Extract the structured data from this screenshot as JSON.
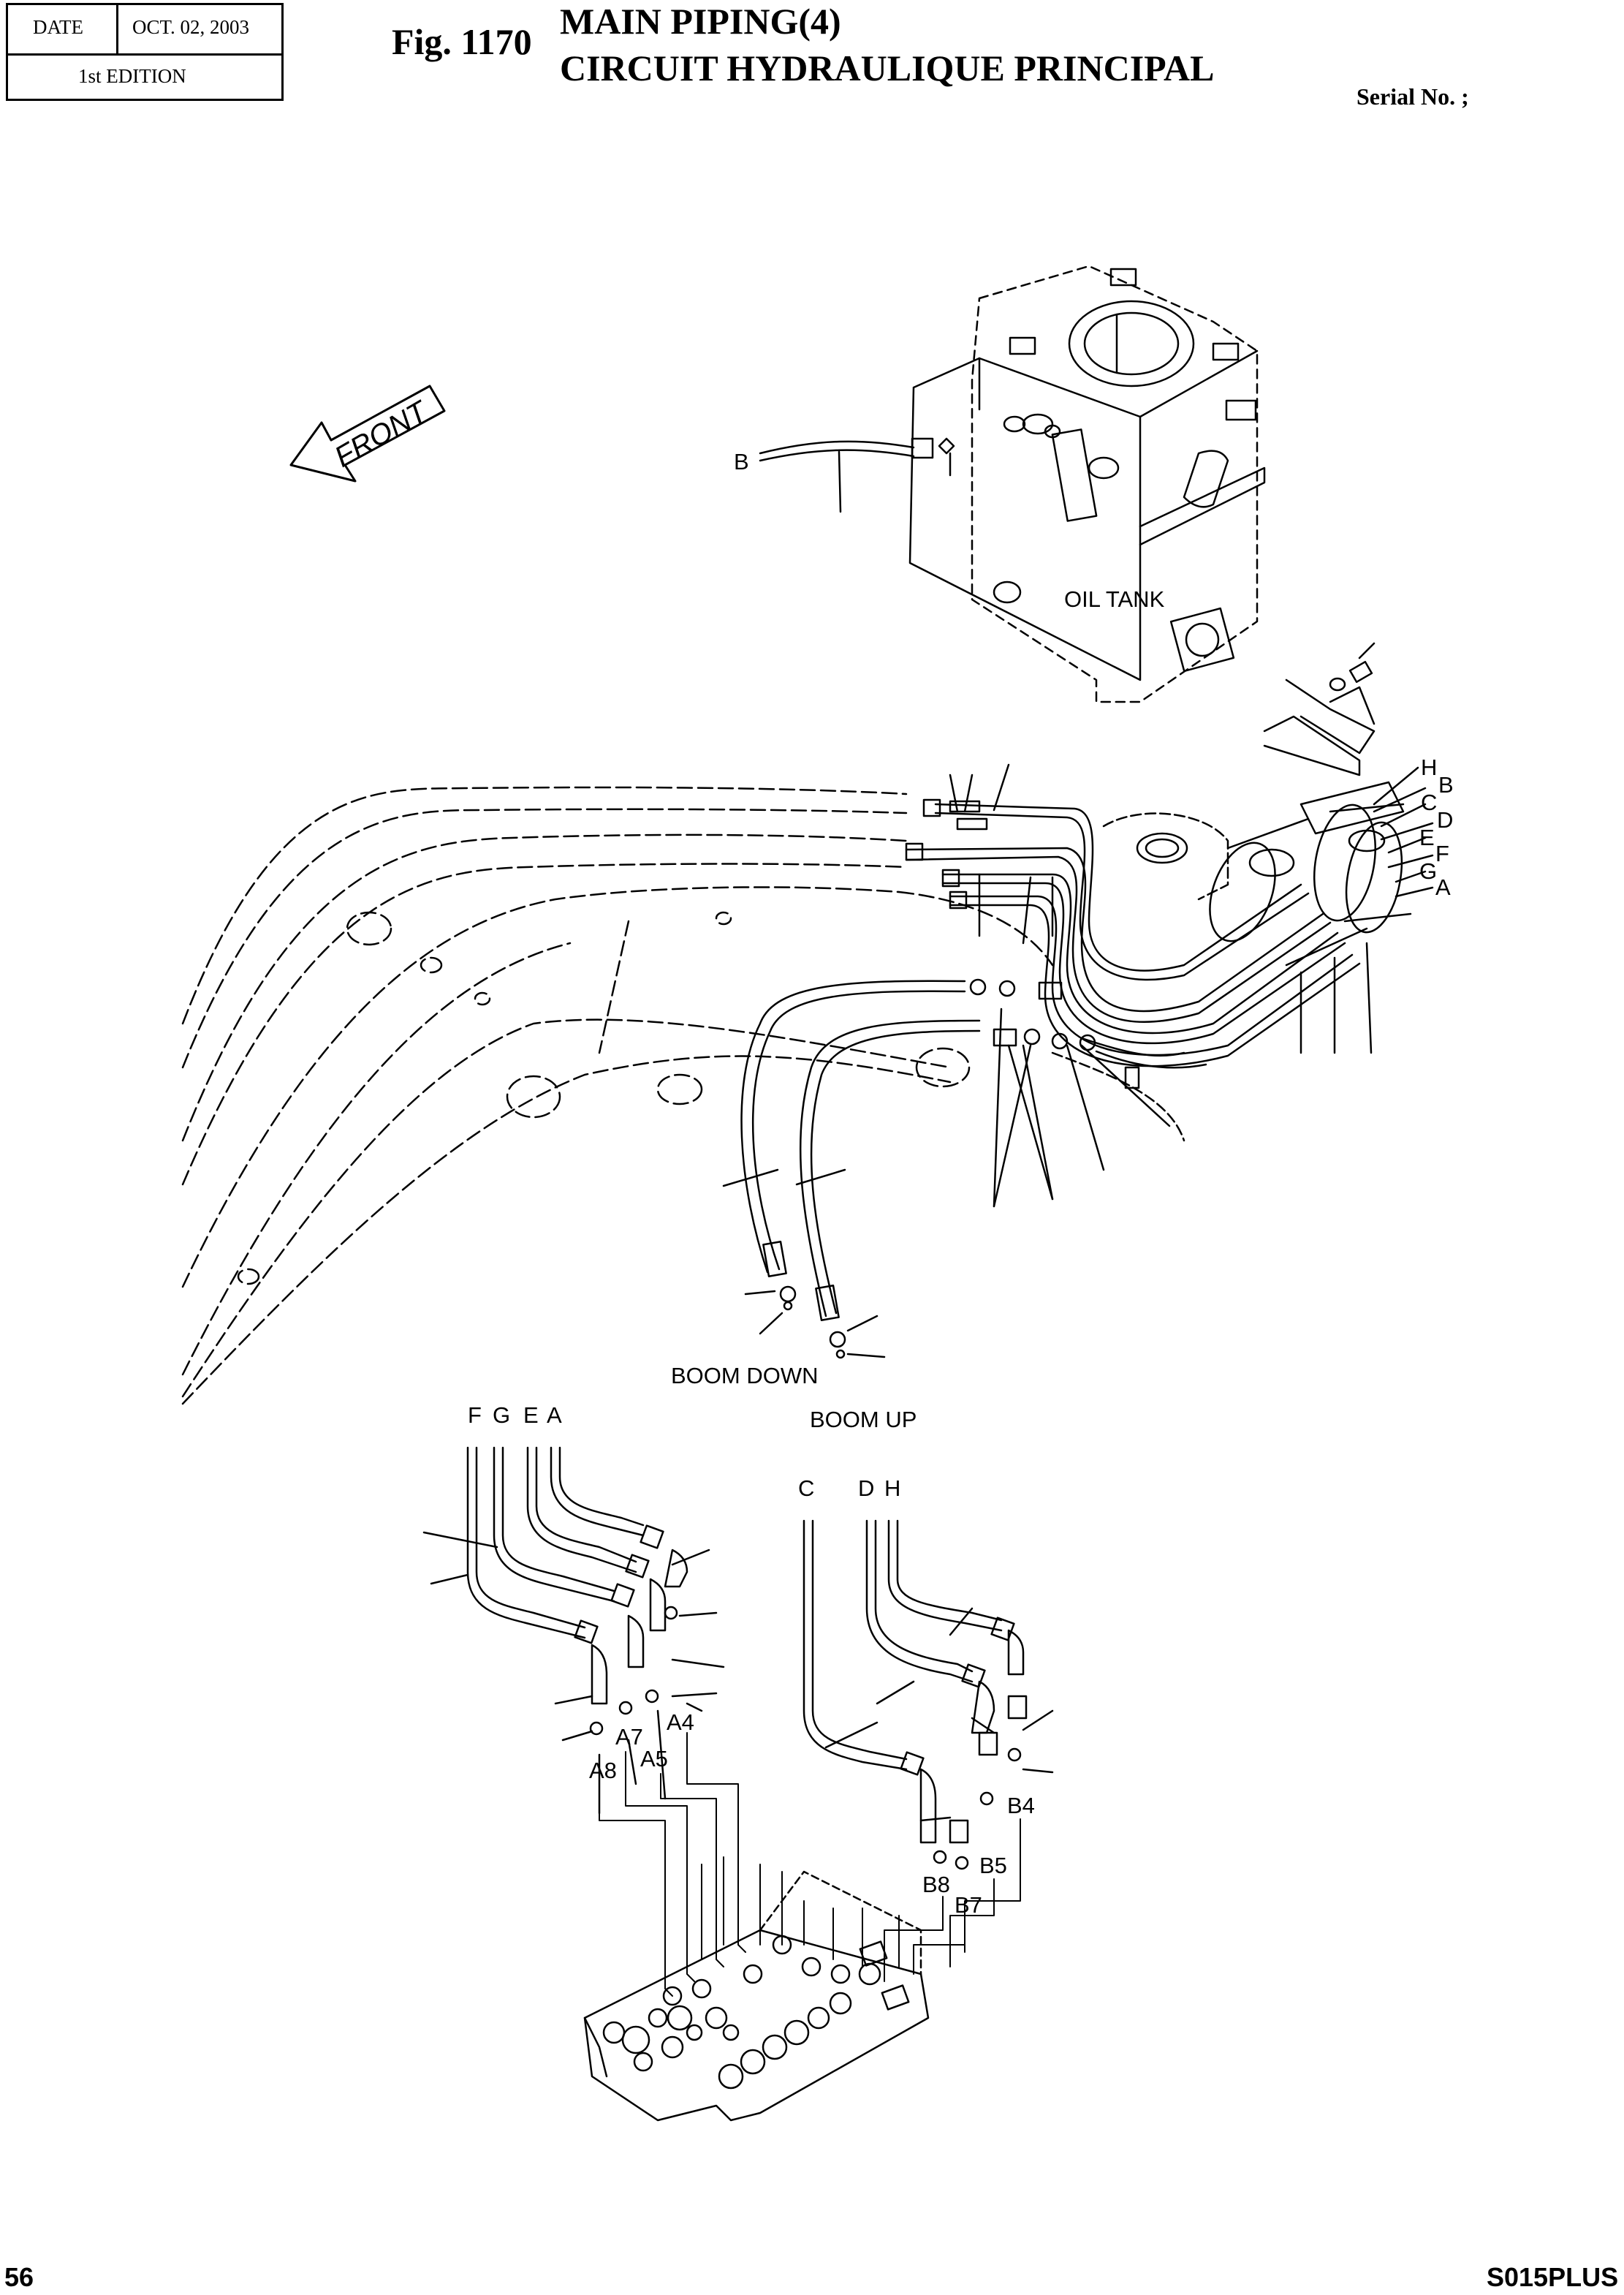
{
  "header": {
    "date_label": "DATE",
    "date_value": "OCT. 02, 2003",
    "edition": "1st EDITION",
    "fig_number": "Fig. 1170",
    "title_en": "MAIN PIPING(4)",
    "title_fr": "CIRCUIT HYDRAULIQUE PRINCIPAL",
    "serial": "Serial No. ;"
  },
  "diagram": {
    "front_label": "FRONT",
    "oil_tank_label": "OIL TANK",
    "boom_down_label": "BOOM DOWN",
    "boom_up_label": "BOOM UP",
    "hose_letters": {
      "H": "H",
      "B": "B",
      "C": "C",
      "D": "D",
      "E": "E",
      "F": "F",
      "G": "G",
      "A": "A"
    },
    "port_labels": {
      "A4": "A4",
      "A5": "A5",
      "A7": "A7",
      "A8": "A8",
      "B4": "B4",
      "B5": "B5",
      "B7": "B7",
      "B8": "B8"
    }
  },
  "footer": {
    "page_number": "56",
    "model": "S015PLUS"
  }
}
